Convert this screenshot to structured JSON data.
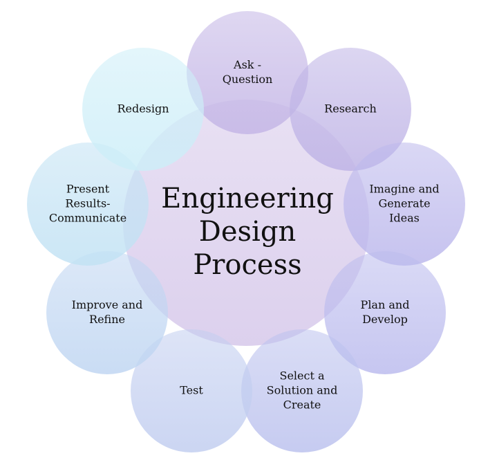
{
  "center": {
    "lines": [
      "Engineering",
      "Design",
      "Process"
    ],
    "color": "#d6c8ea"
  },
  "nodes": [
    {
      "id": "ask-question",
      "lines": [
        "Ask -",
        "Question"
      ],
      "color": "#c4b6e6"
    },
    {
      "id": "research",
      "lines": [
        "Research"
      ],
      "color": "#bfb4e6"
    },
    {
      "id": "imagine-generate-ideas",
      "lines": [
        "Imagine and",
        "Generate",
        "Ideas"
      ],
      "color": "#bcb8ec"
    },
    {
      "id": "plan-develop",
      "lines": [
        "Plan and",
        "Develop"
      ],
      "color": "#bcbcee"
    },
    {
      "id": "select-solution-create",
      "lines": [
        "Select a",
        "Solution and",
        "Create"
      ],
      "color": "#bcc2ee"
    },
    {
      "id": "test",
      "lines": [
        "Test"
      ],
      "color": "#c2cef0"
    },
    {
      "id": "improve-refine",
      "lines": [
        "Improve and",
        "Refine"
      ],
      "color": "#c0d6f2"
    },
    {
      "id": "present-results-communicate",
      "lines": [
        "Present",
        "Results-",
        "Communicate"
      ],
      "color": "#c2e2f4"
    },
    {
      "id": "redesign",
      "lines": [
        "Redesign"
      ],
      "color": "#cdeef8"
    }
  ]
}
